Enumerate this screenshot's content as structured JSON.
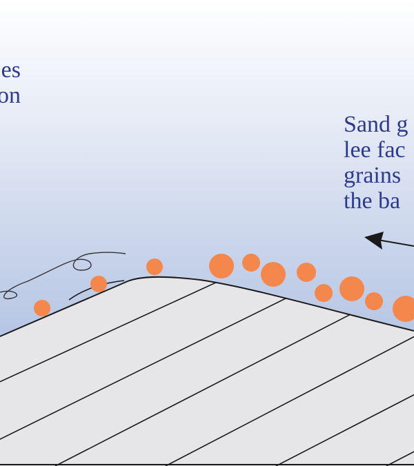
{
  "labels": {
    "left": [
      "es",
      "on"
    ],
    "right": [
      "Sand g",
      "lee fac",
      "grains",
      "the ba"
    ]
  },
  "colors": {
    "text": "#2e3a8c",
    "grain": "#f4874b",
    "dune_fill": "#e6e6e8",
    "outline": "#1a1a1a"
  },
  "icons": {
    "arrow": "arrow-left-icon",
    "trajectory": "saltation-loop-icon"
  }
}
